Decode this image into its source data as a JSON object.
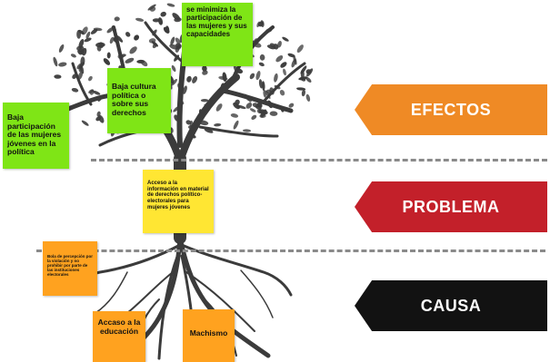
{
  "colors": {
    "efectos": "#ef8a25",
    "problema": "#c3202a",
    "causa": "#121212",
    "note_green": "#7fe516",
    "note_yellow": "#ffe633",
    "note_orange": "#ffa21f",
    "tree": "#3b3b3b"
  },
  "banners": {
    "efectos": "EFECTOS",
    "problema": "PROBLEMA",
    "causa": "CAUSA"
  },
  "notes": {
    "effect_top": "se minimiza la participación de las mujeres y sus capacidades",
    "effect_middle": "Baja cultura política o sobre sus derechos",
    "effect_left": "Baja participación de las mujeres jóvenes en la política",
    "problem": "Acceso a la información en material de derechos político-electorales para mujeres jóvenes",
    "cause_small": "Bola de percepción por la violación y no prohibir por parte de las instituciones electorales",
    "cause_education": "Accaso a la educación",
    "cause_machismo": "Machismo"
  }
}
